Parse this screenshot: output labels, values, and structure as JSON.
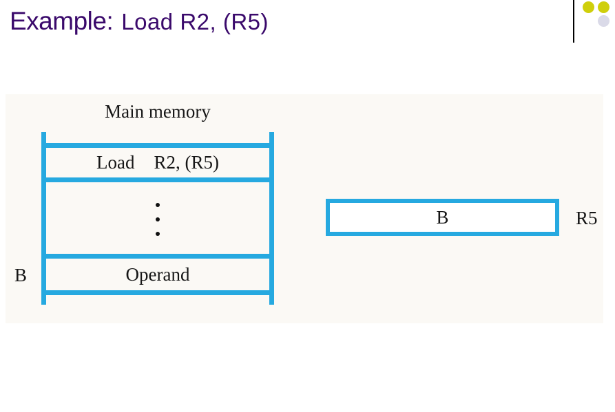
{
  "slide": {
    "title": {
      "prefix": "Example:",
      "instruction": "Load R2, (R5)"
    }
  },
  "figure": {
    "main_memory": {
      "label": "Main memory",
      "instruction_opcode": "Load",
      "instruction_operands": "R2, (R5)",
      "ellipsis_dot_count": 3,
      "operand_cell_label": "Operand",
      "operand_address_label": "B"
    },
    "register": {
      "value": "B",
      "name": "R5"
    }
  },
  "colors": {
    "accent_cyan": "#26A9E0",
    "title_purple": "#3A096B",
    "deco_dot_yellow": "#CFCF0B",
    "deco_dot_lavender": "#DADAE8",
    "figure_background": "#FBF9F5",
    "text_black": "#161616"
  }
}
